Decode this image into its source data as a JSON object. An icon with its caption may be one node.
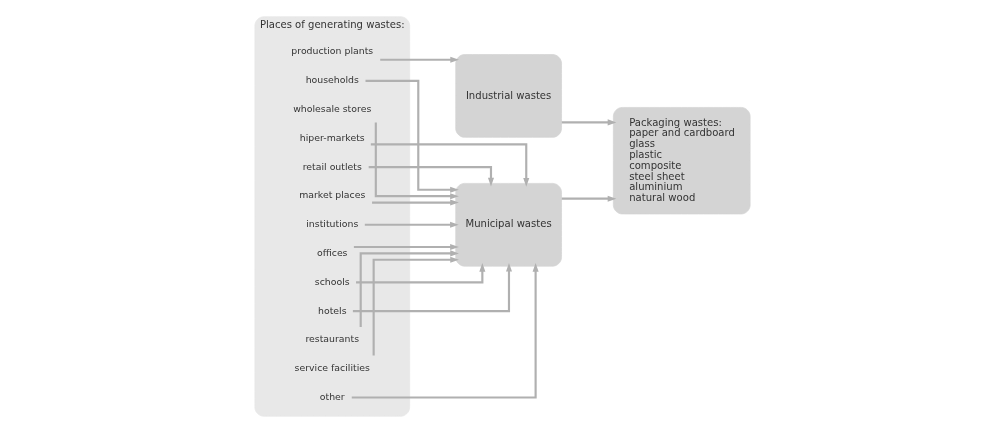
{
  "diagram": {
    "nodes": [
      {
        "text": [
          "Places of generating wastes:"
        ]
      },
      {
        "text": [
          "production plants"
        ],
        "in": 0
      },
      {
        "text": [
          "households"
        ],
        "in": 0
      },
      {
        "text": [
          "wholesale stores"
        ],
        "in": 0
      },
      {
        "text": [
          "hiper-markets"
        ],
        "in": 0
      },
      {
        "text": [
          "retail outlets"
        ],
        "in": 0
      },
      {
        "text": [
          "market places"
        ],
        "in": 0
      },
      {
        "text": [
          "institutions"
        ],
        "in": 0
      },
      {
        "text": [
          "offices"
        ],
        "in": 0
      },
      {
        "text": [
          "schools"
        ],
        "in": 0
      },
      {
        "text": [
          "hotels"
        ],
        "in": 0
      },
      {
        "text": [
          "restaurants"
        ],
        "in": 0
      },
      {
        "text": [
          "service facilities"
        ],
        "in": 0
      },
      {
        "text": [
          "other"
        ],
        "in": 0
      },
      {
        "text": [
          "Industrial wastes"
        ]
      },
      {
        "text": [
          "Municipal wastes"
        ]
      },
      {
        "text": [
          "Packaging wastes:",
          "paper and cardboard",
          "glass",
          "plastic",
          "composite",
          "steel sheet",
          "aluminium",
          "natural wood"
        ]
      }
    ],
    "edges": [
      {
        "from": 1,
        "to": 14,
        "arrow": "to"
      },
      {
        "from": 2,
        "to": 15,
        "arrow": "to"
      },
      {
        "from": 3,
        "to": 15,
        "arrow": "to"
      },
      {
        "from": 4,
        "to": 15,
        "arrow": "to"
      },
      {
        "from": 5,
        "to": 15,
        "arrow": "to"
      },
      {
        "from": 6,
        "to": 15,
        "arrow": "to"
      },
      {
        "from": 7,
        "to": 15,
        "arrow": "to"
      },
      {
        "from": 8,
        "to": 15,
        "arrow": "to"
      },
      {
        "from": 9,
        "to": 15,
        "arrow": "to"
      },
      {
        "from": 10,
        "to": 15,
        "arrow": "to"
      },
      {
        "from": 11,
        "to": 15,
        "arrow": "to"
      },
      {
        "from": 12,
        "to": 15,
        "arrow": "to"
      },
      {
        "from": 13,
        "to": 15,
        "arrow": "to"
      },
      {
        "from": 14,
        "to": 16,
        "arrow": "to"
      },
      {
        "from": 15,
        "to": 16,
        "arrow": "to"
      }
    ]
  }
}
